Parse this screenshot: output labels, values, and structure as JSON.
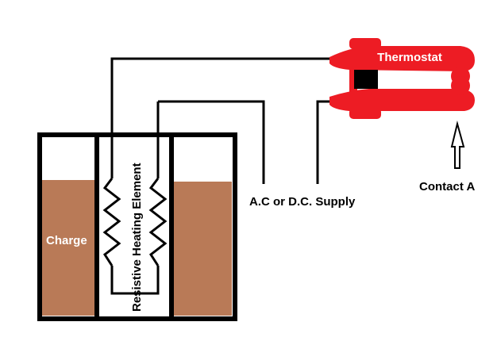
{
  "labels": {
    "thermostat": "Thermostat",
    "contact": "Contact A",
    "supply": "A.C or D.C. Supply",
    "charge": "Charge",
    "element": "Resistive Heating Element"
  },
  "colors": {
    "outline": "#000000",
    "charge_fill": "#b97a57",
    "thermostat": "#ed1c24",
    "contact_block": "#000000",
    "arrow_fill": "#ffffff"
  },
  "icons": {
    "resistor_left": "zigzag-resistor-icon",
    "resistor_right": "zigzag-resistor-icon",
    "contact_arrow": "up-arrow-icon"
  }
}
